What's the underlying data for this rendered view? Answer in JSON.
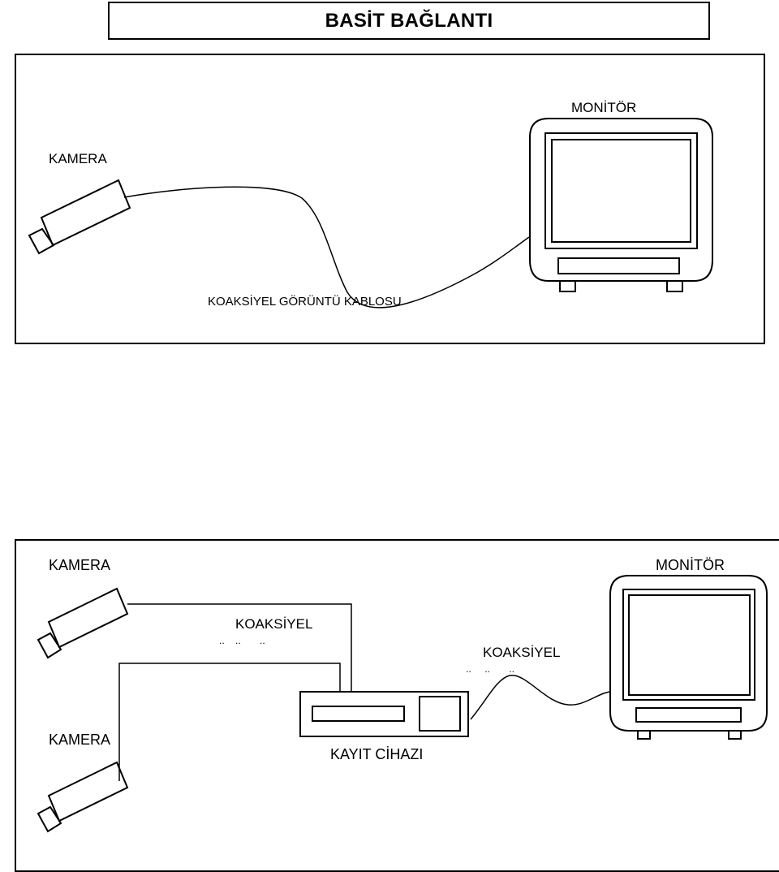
{
  "title": "BASİT BAĞLANTI",
  "panel1": {
    "camera_label": "KAMERA",
    "monitor_label": "MONİTÖR",
    "cable_label": "KOAKSİYEL GÖRÜNTÜ KABLOSU"
  },
  "panel2": {
    "camera_top_label": "KAMERA",
    "camera_bottom_label": "KAMERA",
    "monitor_label": "MONİTÖR",
    "coax_left_label": "KOAKSİYEL",
    "coax_left_dots": "..    ..       ..",
    "coax_right_label": "KOAKSİYEL",
    "coax_right_dots": "..     ..       ..",
    "recorder_label": "KAYIT CİHAZI"
  }
}
